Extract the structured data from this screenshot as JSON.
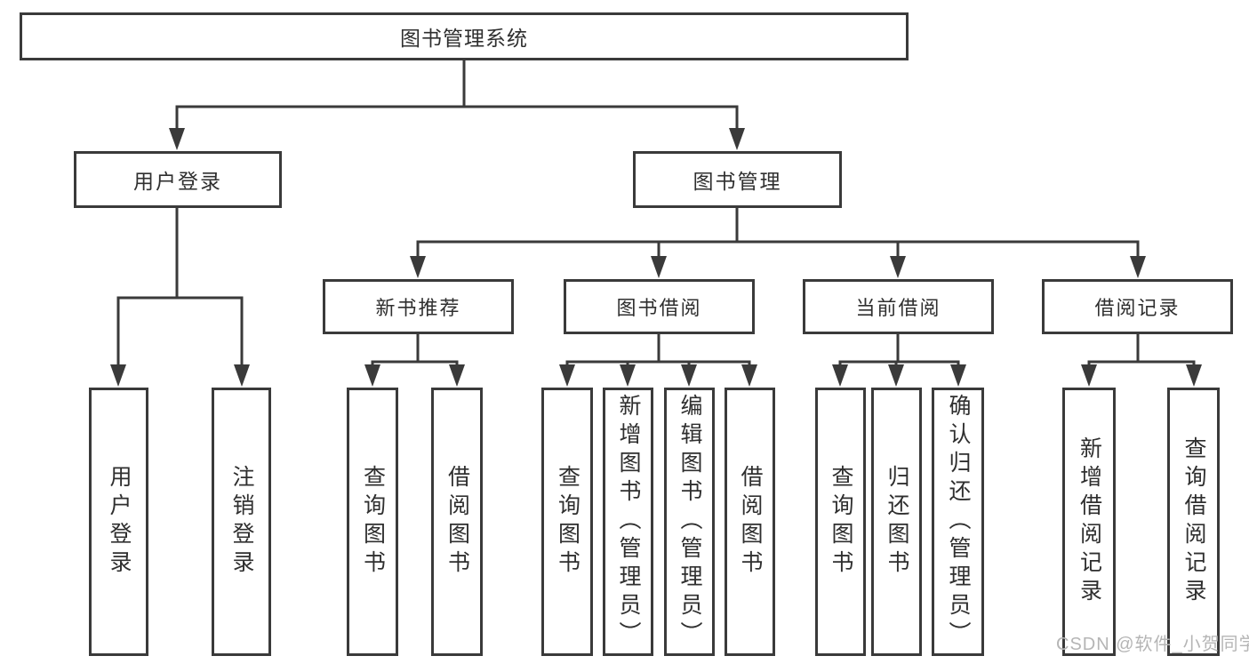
{
  "diagram": {
    "type": "hierarchy",
    "title": "图书管理系统",
    "level2": [
      {
        "label": "用户登录",
        "parent": "图书管理系统"
      },
      {
        "label": "图书管理",
        "parent": "图书管理系统"
      }
    ],
    "level3": [
      {
        "label": "新书推荐",
        "parent": "图书管理"
      },
      {
        "label": "图书借阅",
        "parent": "图书管理"
      },
      {
        "label": "当前借阅",
        "parent": "图书管理"
      },
      {
        "label": "借阅记录",
        "parent": "图书管理"
      }
    ],
    "leaves": [
      {
        "label": "用户登录",
        "parent": "用户登录"
      },
      {
        "label": "注销登录",
        "parent": "用户登录"
      },
      {
        "label": "查询图书",
        "parent": "新书推荐"
      },
      {
        "label": "借阅图书",
        "parent": "新书推荐"
      },
      {
        "label": "查询图书",
        "parent": "图书借阅"
      },
      {
        "label": "新增图书（管理员）",
        "parent": "图书借阅"
      },
      {
        "label": "编辑图书（管理员）",
        "parent": "图书借阅"
      },
      {
        "label": "借阅图书",
        "parent": "图书借阅"
      },
      {
        "label": "查询图书",
        "parent": "当前借阅"
      },
      {
        "label": "归还图书",
        "parent": "当前借阅"
      },
      {
        "label": "确认归还（管理员）",
        "parent": "当前借阅"
      },
      {
        "label": "新增借阅记录",
        "parent": "借阅记录"
      },
      {
        "label": "查询借阅记录",
        "parent": "借阅记录"
      }
    ],
    "watermark": "CSDN @软件_小贺同学",
    "colors": {
      "line": "#3a3a3a",
      "text": "#2f2f2f",
      "box_background": "#ffffff",
      "watermark": "#b5b5b5"
    }
  }
}
